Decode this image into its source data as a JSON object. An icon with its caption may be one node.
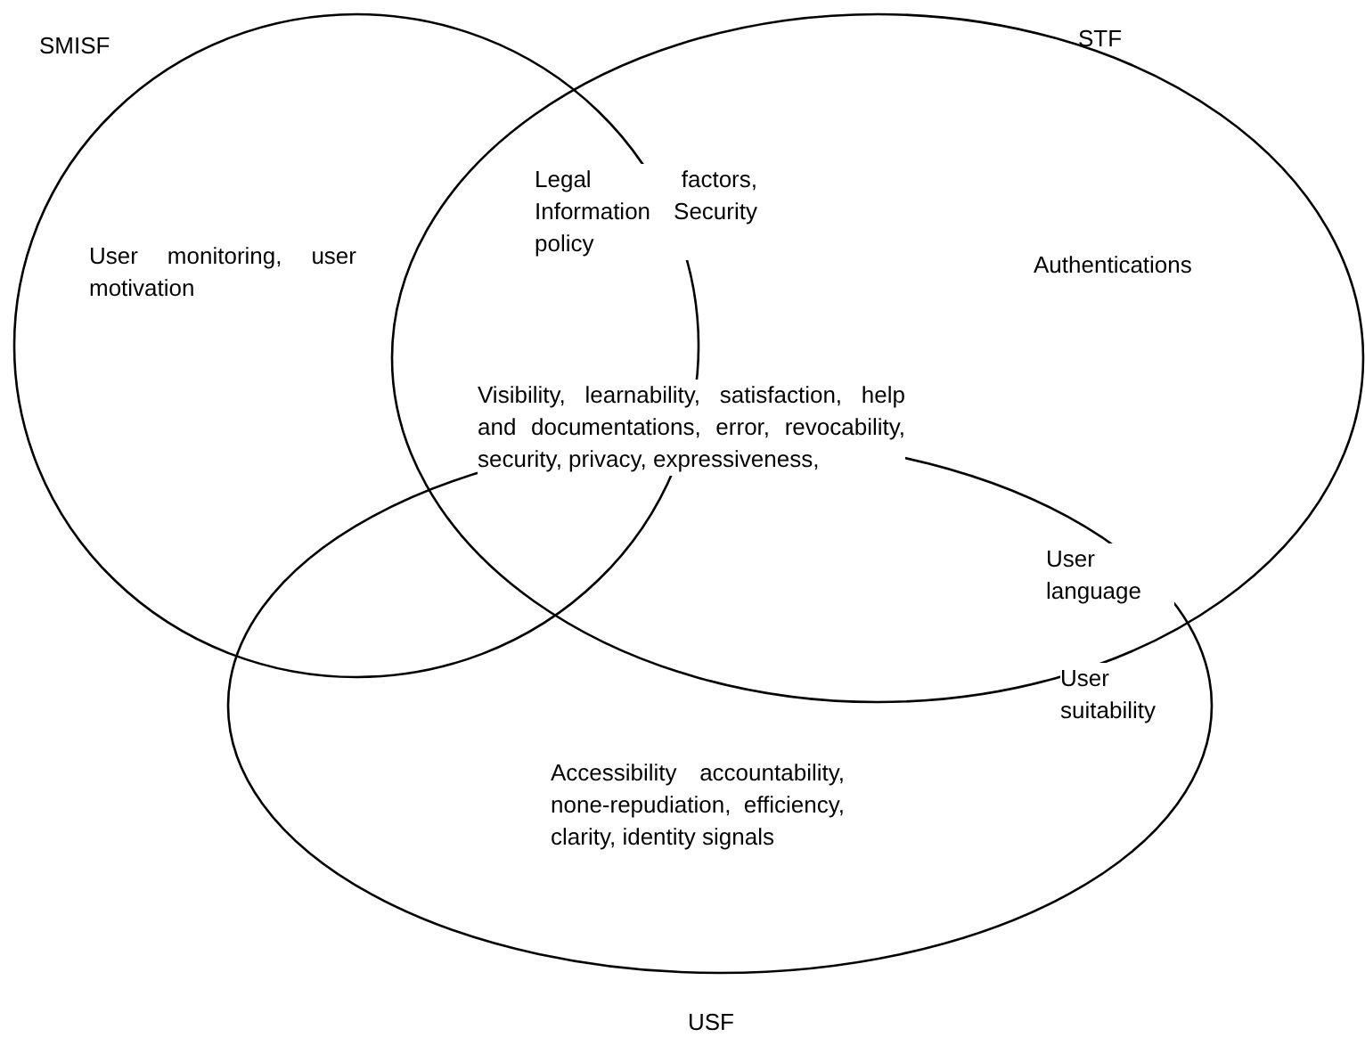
{
  "diagram": {
    "nodes": [
      {
        "text": [
          "SMISF"
        ]
      },
      {
        "text": [
          "STF"
        ]
      },
      {
        "text": [
          "USF"
        ]
      }
    ],
    "labels": [
      "Legal factors, Information Security policy",
      "User monitoring, user motivation",
      "Authentications",
      "Visibility, learnability, satisfaction, help and documentations, error, revocability, security, privacy, expressiveness,",
      "User language",
      "User suitability",
      "Accessibility accountability, none-repudiation, efficiency, clarity, identity signals"
    ]
  }
}
